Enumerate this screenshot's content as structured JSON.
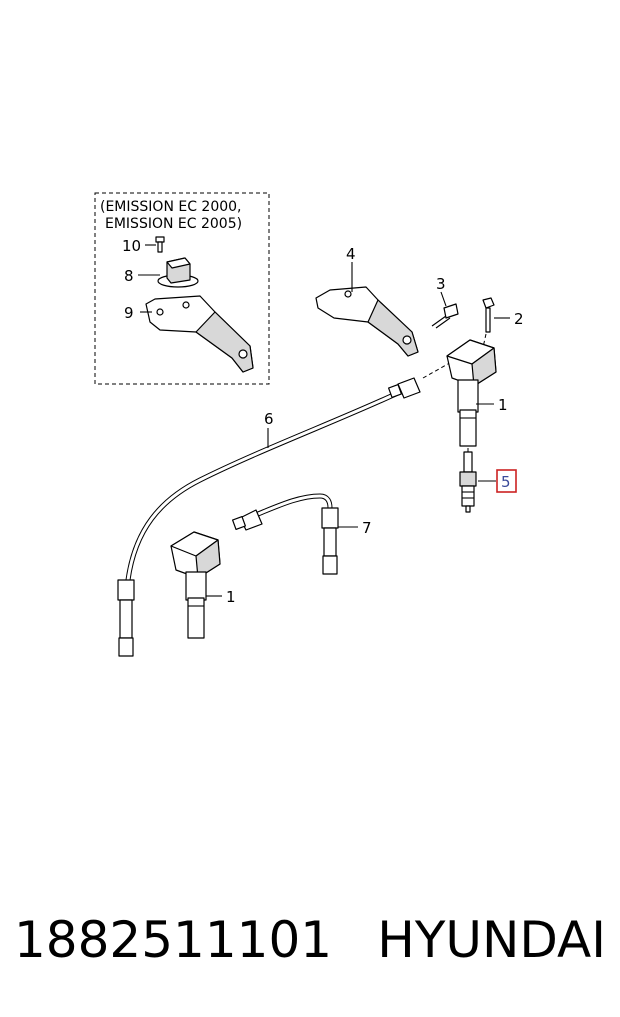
{
  "diagram": {
    "group_note_line1": "(EMISSION EC 2000,",
    "group_note_line2": "EMISSION EC 2005)",
    "callouts": {
      "c10": "10",
      "c8": "8",
      "c9": "9",
      "c4": "4",
      "c3": "3",
      "c2": "2",
      "c1_top": "1",
      "c6": "6",
      "c5": "5",
      "c7": "7",
      "c1_bottom": "1"
    },
    "highlight_color": "#cc2222"
  },
  "caption": {
    "part_number": "1882511101",
    "brand": "HYUNDAI"
  }
}
